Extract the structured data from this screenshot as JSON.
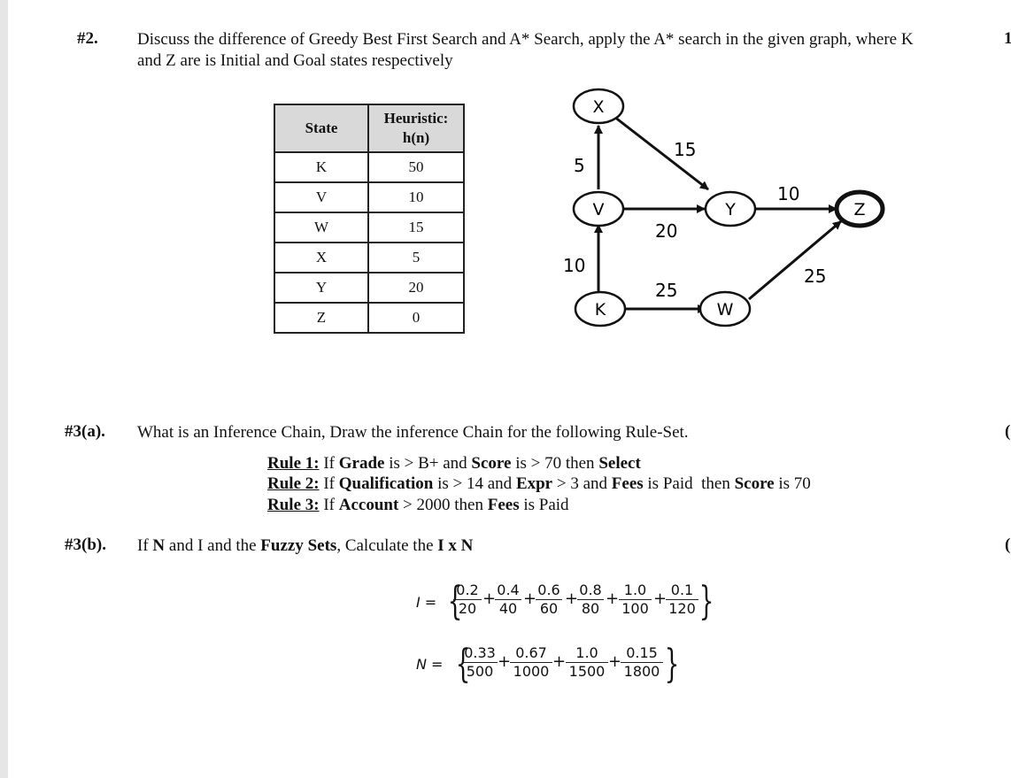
{
  "q2": {
    "number": "#2.",
    "line1": "Discuss the difference of Greedy Best First Search and A* Search, apply the A* search in the given graph, where K",
    "line2": "and Z are is Initial and Goal states respectively",
    "margin_mark": "1"
  },
  "heuristic_table": {
    "headers": [
      "State",
      "Heuristic:",
      "h(n)"
    ],
    "rows": [
      {
        "state": "K",
        "h": "50"
      },
      {
        "state": "V",
        "h": "10"
      },
      {
        "state": "W",
        "h": "15"
      },
      {
        "state": "X",
        "h": "5"
      },
      {
        "state": "Y",
        "h": "20"
      },
      {
        "state": "Z",
        "h": "0"
      }
    ]
  },
  "graph": {
    "nodes": [
      "X",
      "V",
      "Y",
      "Z",
      "K",
      "W"
    ],
    "goal_node": "Z",
    "edges": [
      {
        "from": "V",
        "to": "X",
        "cost": "5"
      },
      {
        "from": "X",
        "to": "Y",
        "cost": "15"
      },
      {
        "from": "V",
        "to": "Y",
        "cost": "20"
      },
      {
        "from": "Y",
        "to": "Z",
        "cost": "10"
      },
      {
        "from": "K",
        "to": "V",
        "cost": "10"
      },
      {
        "from": "K",
        "to": "W",
        "cost": "25"
      },
      {
        "from": "W",
        "to": "Z",
        "cost": "25"
      }
    ]
  },
  "q3a": {
    "number": "#3(a).",
    "text": "What is an Inference Chain, Draw the inference Chain for the following Rule-Set.",
    "margin_mark": "(",
    "rules": [
      {
        "label": "Rule 1:",
        "parts": [
          "If ",
          "Grade",
          " is > B+ and ",
          "Score",
          " is > 70 then ",
          "Select",
          ""
        ]
      },
      {
        "label": "Rule 2:",
        "parts": [
          "If ",
          "Qualification",
          " is > 14 and ",
          "Expr",
          " > 3 and ",
          "Fees",
          " is Paid  then ",
          "Score",
          " is 70"
        ]
      },
      {
        "label": "Rule 3:",
        "parts": [
          "If ",
          "Account",
          " > 2000 then ",
          "Fees",
          " is Paid"
        ]
      }
    ]
  },
  "q3b": {
    "number": "#3(b).",
    "text_parts": [
      "If ",
      "N",
      " and I and the ",
      "Fuzzy Sets",
      ", Calculate the ",
      "I x N"
    ],
    "margin_mark": "(",
    "set_I": {
      "name": "I =",
      "terms": [
        {
          "num": "0.2",
          "den": "20"
        },
        {
          "num": "0.4",
          "den": "40"
        },
        {
          "num": "0.6",
          "den": "60"
        },
        {
          "num": "0.8",
          "den": "80"
        },
        {
          "num": "1.0",
          "den": "100"
        },
        {
          "num": "0.1",
          "den": "120"
        }
      ]
    },
    "set_N": {
      "name": "N =",
      "terms": [
        {
          "num": "0.33",
          "den": "500"
        },
        {
          "num": "0.67",
          "den": "1000"
        },
        {
          "num": "1.0",
          "den": "1500"
        },
        {
          "num": "0.15",
          "den": "1800"
        }
      ]
    }
  }
}
